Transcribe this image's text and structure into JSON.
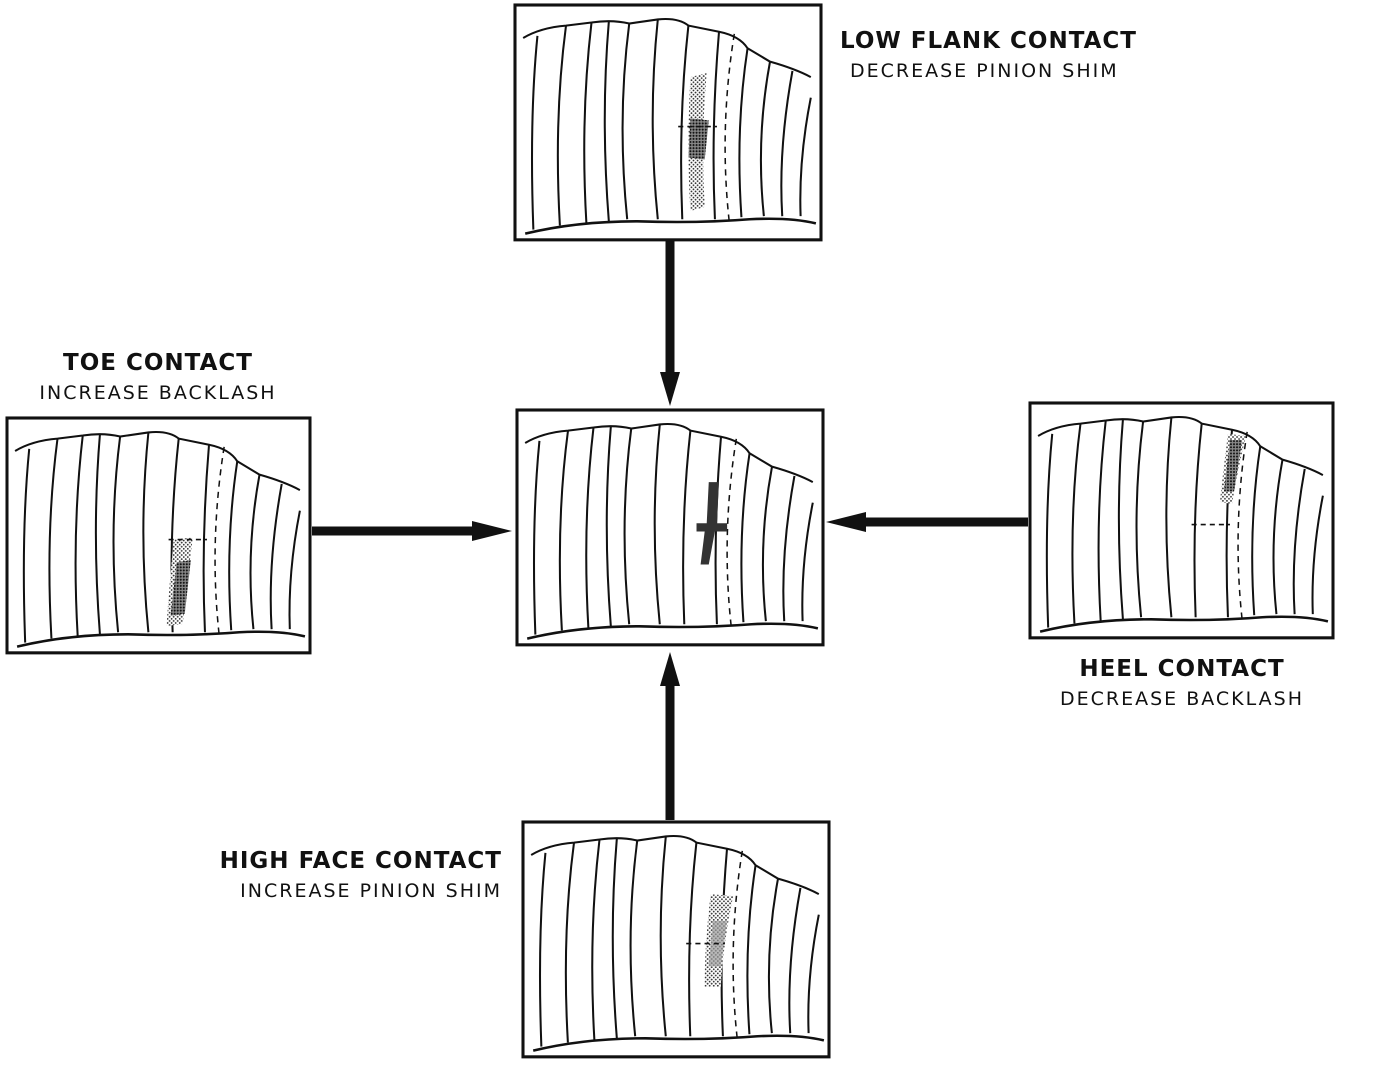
{
  "labels": {
    "low_flank": {
      "title": "LOW FLANK CONTACT",
      "action": "DECREASE PINION SHIM"
    },
    "toe": {
      "title": "TOE CONTACT",
      "action": "INCREASE BACKLASH"
    },
    "heel": {
      "title": "HEEL CONTACT",
      "action": "DECREASE BACKLASH"
    },
    "high_face": {
      "title": "HIGH FACE CONTACT",
      "action": "INCREASE PINION SHIM"
    }
  },
  "colors": {
    "ink": "#111111",
    "shade": "#6a6a6a",
    "paper": "#ffffff"
  },
  "panels": [
    {
      "id": "low-flank-panel",
      "pattern": "low-flank"
    },
    {
      "id": "toe-panel",
      "pattern": "toe"
    },
    {
      "id": "center-panel",
      "pattern": "correct"
    },
    {
      "id": "heel-panel",
      "pattern": "heel"
    },
    {
      "id": "high-face-panel",
      "pattern": "high-face"
    }
  ]
}
